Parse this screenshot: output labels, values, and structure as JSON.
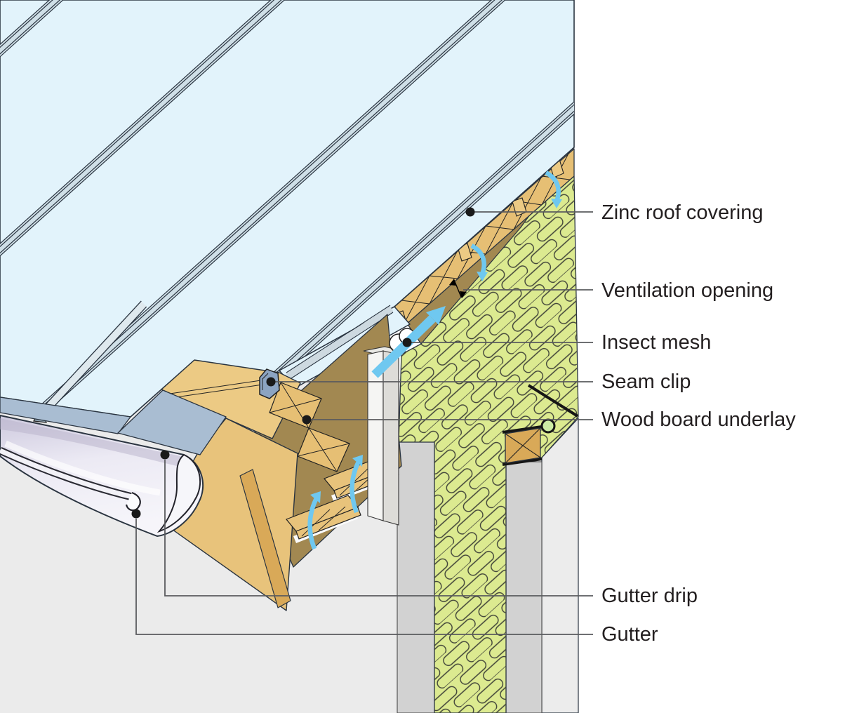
{
  "figure": {
    "kind": "construction-detail-diagram",
    "subject": "Zinc roof eave detail with ventilated construction, gutter and insulation",
    "labels": [
      {
        "id": "zinc-roof-covering",
        "text": "Zinc roof covering"
      },
      {
        "id": "ventilation-opening",
        "text": "Ventilation opening"
      },
      {
        "id": "insect-mesh",
        "text": "Insect mesh"
      },
      {
        "id": "seam-clip",
        "text": "Seam clip"
      },
      {
        "id": "wood-board-underlay",
        "text": "Wood board underlay"
      },
      {
        "id": "gutter-drip",
        "text": "Gutter drip"
      },
      {
        "id": "gutter",
        "text": "Gutter"
      }
    ],
    "icons": [
      {
        "name": "airflow-arrow-icon",
        "meaning": "ventilation air flow direction"
      },
      {
        "name": "leader-dot",
        "meaning": "label anchor point"
      },
      {
        "name": "dimension-arrow-icon",
        "meaning": "ventilation gap size marker"
      }
    ],
    "colors": {
      "line_dark": "#2a3440",
      "label": "#231f20",
      "leader": "#5a5b5e",
      "roof_blue": "#e2f3fb",
      "seam_gray": "#cfdfe7",
      "wood_tan": "#ecca84",
      "wood_mid": "#e8c37b",
      "wood_dark": "#d9a958",
      "wood_band": "#e6bf74",
      "cavity_brown": "#a28851",
      "insulation_green": "#dcea90",
      "meander_line": "#3f4238",
      "drip_gray": "#a9bdd2",
      "clip_gray": "#8ca4c2",
      "gutter_light": "#eceaf4",
      "gutter_mid": "#cdc9de",
      "arrow_blue": "#6fc8f0",
      "bg_gray": "#ebebeb",
      "wall_gray": "#d2d2d2",
      "soffit_gray": "#ececec",
      "post_white": "#f5f5f3",
      "post_shade": "#dddcd8",
      "membrane": "#161616",
      "roll_green": "#cdeca5"
    }
  }
}
